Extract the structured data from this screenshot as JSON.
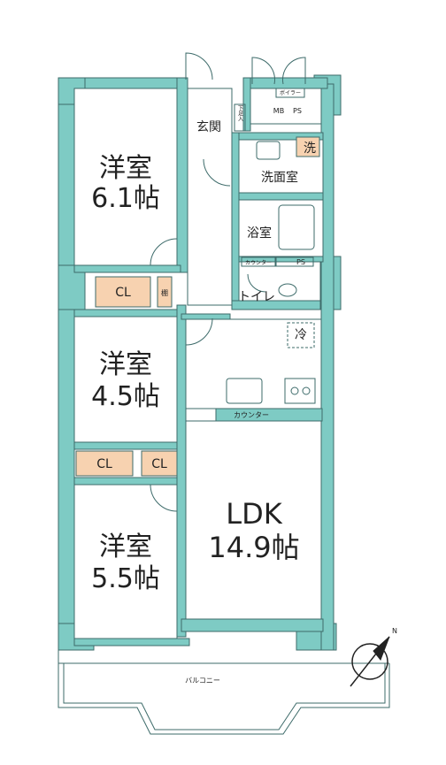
{
  "rooms": {
    "western1": {
      "name": "洋室",
      "size": "6.1帖"
    },
    "western2": {
      "name": "洋室",
      "size": "4.5帖"
    },
    "western3": {
      "name": "洋室",
      "size": "5.5帖"
    },
    "ldk": {
      "name": "LDK",
      "size": "14.9帖"
    }
  },
  "labels": {
    "entrance": "玄関",
    "shoe_storage": "下足入",
    "boiler": "ボイラー",
    "mb": "MB",
    "ps": "PS",
    "ps2": "PS",
    "laundry": "洗",
    "washroom": "洗面室",
    "bathroom": "浴室",
    "counter_small": "カウンター",
    "toilet": "トイレ",
    "shelf": "棚",
    "cl1": "CL",
    "cl2": "CL",
    "cl3": "CL",
    "fridge": "冷",
    "counter": "カウンター",
    "balcony": "バルコニー",
    "north": "N"
  },
  "colors": {
    "wall": "#7ecbc4",
    "wall_line": "#3d6b6a",
    "closet": "#f7d2b0"
  }
}
